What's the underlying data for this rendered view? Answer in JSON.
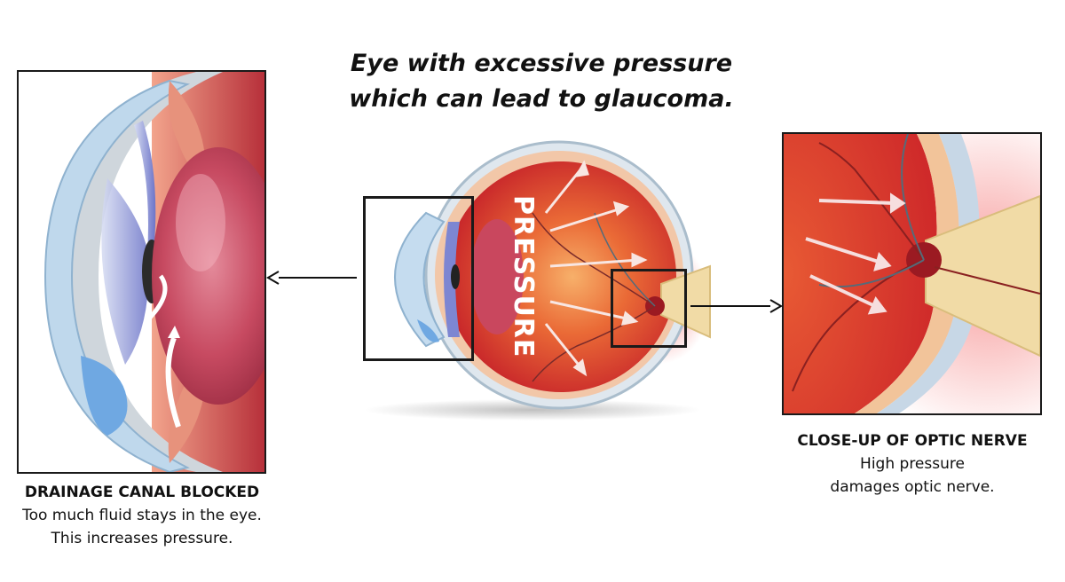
{
  "title": {
    "line1": "Eye with excessive pressure",
    "line2": "which can lead to glaucoma."
  },
  "center": {
    "pressure_label": "PRESSURE"
  },
  "left_caption": {
    "heading": "DRAINAGE CANAL BLOCKED",
    "line1": "Too much fluid stays in the eye.",
    "line2": "This increases pressure."
  },
  "right_caption": {
    "heading": "CLOSE-UP OF OPTIC NERVE",
    "line1": "High pressure",
    "line2": "damages optic nerve."
  },
  "colors": {
    "retina": "#e24a2a",
    "lens": "#c9475e",
    "cornea": "#b9d6ec",
    "nerve": "#f1dba6",
    "frame": "#1a1a1a"
  }
}
